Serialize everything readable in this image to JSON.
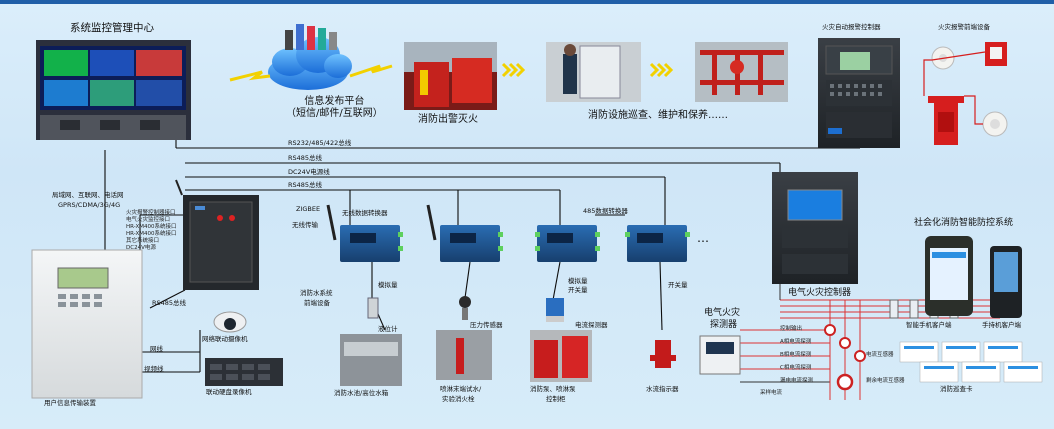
{
  "top": {
    "monitor_center": "系统监控管理中心",
    "info_platform_line1": "信息发布平台",
    "info_platform_line2": "（短信/邮件/互联网）",
    "fire_rescue": "消防出警灭火",
    "inspection": "消防设施巡查、维护和保养……",
    "fire_alarm_controller": "火灾自动报警控制器",
    "fire_alarm_terminal": "火灾报警前端设备"
  },
  "buses": {
    "rs232": "RS232/485/422总线",
    "rs485_a": "RS485总线",
    "dc24v": "DC24V电源线",
    "rs485_b": "RS485总线"
  },
  "network": {
    "line1": "局域网、互联网、电话网",
    "line2": "GPRS/CDMA/3G/4G"
  },
  "collector_ports": [
    "火灾报警控制器接口",
    "电气火灾监控接口",
    "HR-XM400系统接口",
    "HR-XM400系统接口",
    "其它系统接口",
    "DC24V电源"
  ],
  "wireless": {
    "zigbee": "ZIGBEE",
    "zigbee_label": "无线传输",
    "wireless_converter": "无线数据转换器",
    "rs485_converter": "485数据转换器",
    "ellipsis": "…"
  },
  "water": {
    "system_line1": "消防水系统",
    "system_line2": "前端设备",
    "analog1": "模拟量",
    "level_meter": "液位计",
    "pressure_sensor": "压力传感器",
    "analog2_line1": "模拟量",
    "analog2_line2": "开关量",
    "current_detector": "电流探测器",
    "switch": "开关量",
    "flow_indicator": "水流指示器"
  },
  "bottom": {
    "pool": "消防水池/高位水箱",
    "sprinkler_line1": "喷淋末端试水/",
    "sprinkler_line2": "实验消火栓",
    "pump_line1": "消防泵、喷淋泵",
    "pump_line2": "控制柜",
    "user_device": "用户信息传输装置",
    "nvr": "联动硬盘录像机",
    "camera": "网络联动摄像机",
    "rs485_side": "RS485总线",
    "net_line": "网线",
    "video_line": "视频线"
  },
  "electrical": {
    "detector_line1": "电气火灾",
    "detector_line2": "探测器",
    "controller": "电气火灾控制器",
    "small_labels": [
      "控制输出",
      "A相电流探测",
      "B相电流探测",
      "C相电流探测",
      "漏电电流探测",
      "采样电流",
      "电流互感器",
      "剩余电流互感器"
    ]
  },
  "social": {
    "title": "社会化消防智能防控系统",
    "smart_phone": "智能手机客户端",
    "handheld": "手持机客户端",
    "patrol_card": "消防巡查卡"
  }
}
